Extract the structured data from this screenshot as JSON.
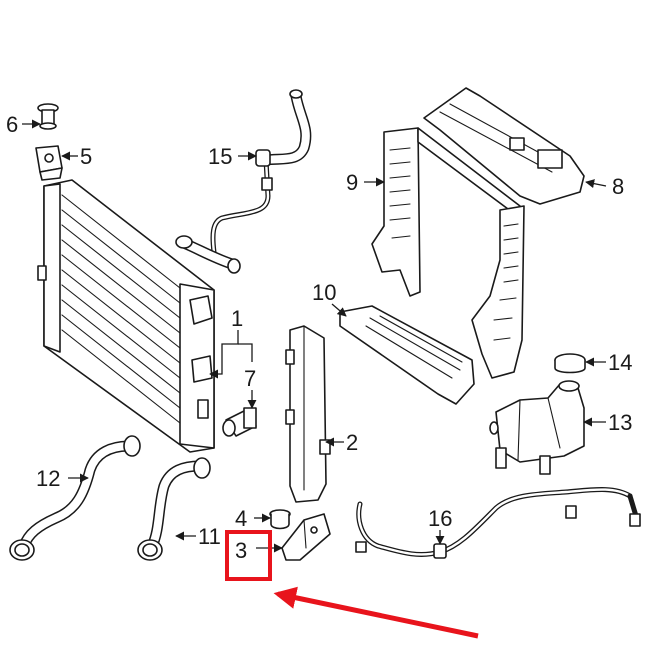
{
  "callouts": {
    "c1": "1",
    "c2": "2",
    "c3": "3",
    "c4": "4",
    "c5": "5",
    "c6": "6",
    "c7": "7",
    "c8": "8",
    "c9": "9",
    "c10": "10",
    "c11": "11",
    "c12": "12",
    "c13": "13",
    "c14": "14",
    "c15": "15",
    "c16": "16"
  },
  "highlight": {
    "target_callout": "3",
    "color": "#e8141c"
  },
  "colors": {
    "line_art": "#1a1a1a",
    "background": "#ffffff"
  }
}
